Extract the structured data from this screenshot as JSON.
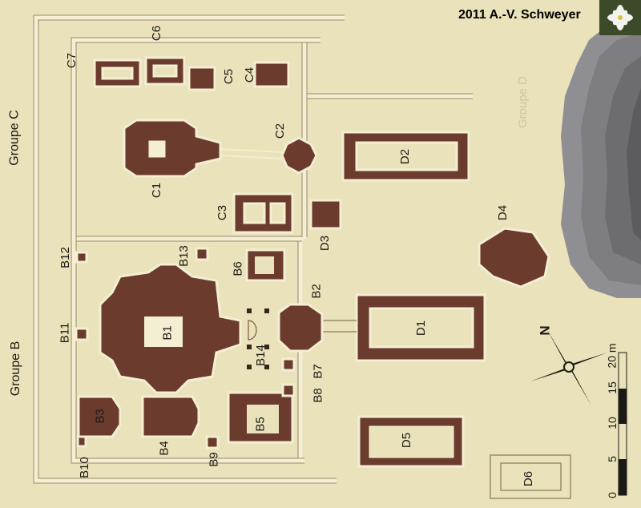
{
  "credit": "2011 A.-V. Schweyer",
  "groups": {
    "b": "Groupe B",
    "c": "Groupe C",
    "d": "Groupe D"
  },
  "buildings": {
    "b1": "B1",
    "b2": "B2",
    "b3": "B3",
    "b4": "B4",
    "b5": "B5",
    "b6": "B6",
    "b7": "B7",
    "b8": "B8",
    "b9": "B9",
    "b10": "B10",
    "b11": "B11",
    "b12": "B12",
    "b13": "B13",
    "b14": "B14",
    "c1": "C1",
    "c2": "C2",
    "c3": "C3",
    "c4": "C4",
    "c5": "C5",
    "c6": "C6",
    "c7": "C7",
    "d1": "D1",
    "d2": "D2",
    "d3": "D3",
    "d4": "D4",
    "d5": "D5",
    "d6": "D6"
  },
  "north": "N",
  "scale": {
    "ticks": [
      "0",
      "5",
      "10",
      "15",
      "20 m"
    ]
  },
  "colors": {
    "background": "#e9e2ba",
    "building": "#6b3b2e",
    "wall": "#f4eed2",
    "hill": "#8f8f93"
  }
}
